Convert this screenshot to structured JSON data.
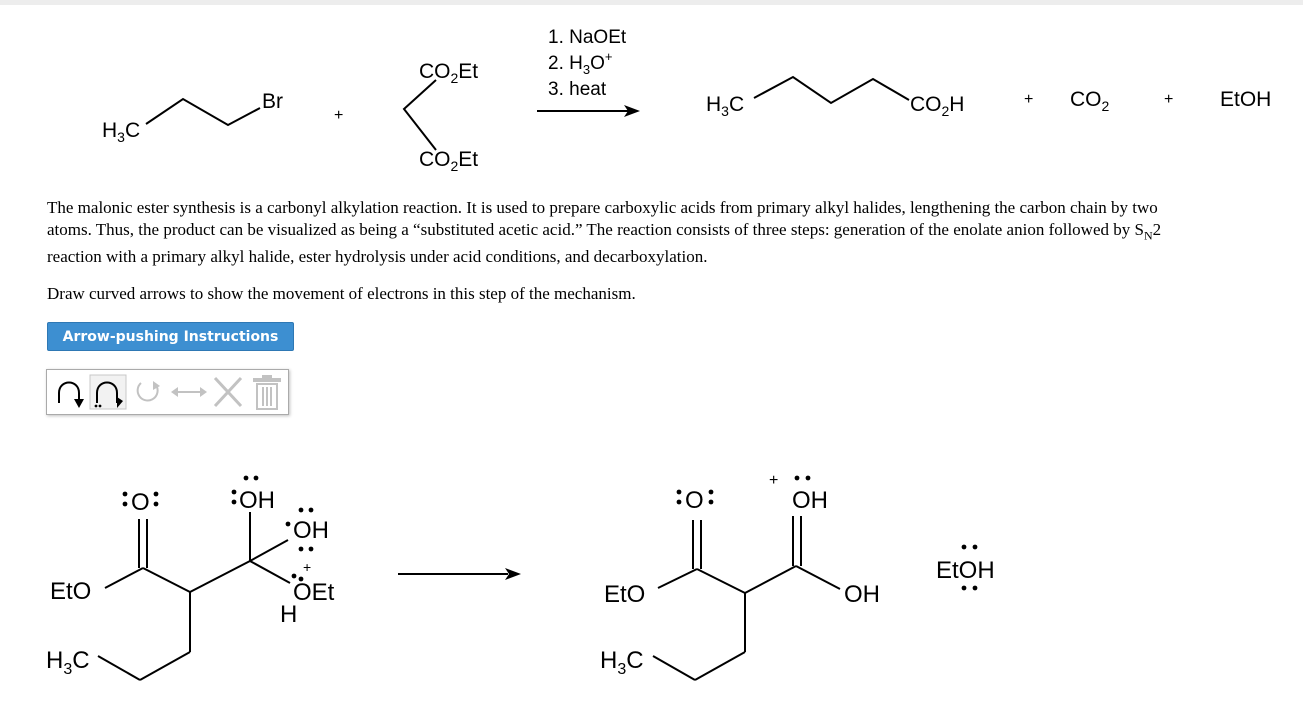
{
  "reaction": {
    "reagent_1": "CO",
    "reagent_1_sub": "2",
    "reagent_1_tail": "Et",
    "reagent_2": "CO",
    "reagent_2_sub": "2",
    "reagent_2_tail": "Et",
    "alkyl_methyl": "H",
    "alkyl_methyl_sub": "3",
    "alkyl_methyl_tail": "C",
    "bromine": "Br",
    "plus": "+",
    "step_1": "1. NaOEt",
    "step_2_a": "2. H",
    "step_2_sub": "3",
    "step_2_b": "O",
    "step_2_sup": "+",
    "step_3": "3. heat",
    "product_methyl": "H",
    "product_methyl_sub": "3",
    "product_methyl_tail": "C",
    "product_acid": "CO",
    "product_acid_sub": "2",
    "product_acid_tail": "H",
    "co2": "CO",
    "co2_sub": "2",
    "ethanol": "EtOH"
  },
  "description": {
    "line_1": "The malonic ester synthesis is a carbonyl alkylation reaction. It is used to prepare carboxylic acids from primary alkyl halides, lengthening the carbon chain by two",
    "line_2_a": "atoms. Thus, the product can be visualized as being a “substituted acetic acid.” The reaction consists of three steps: generation of the enolate anion followed by S",
    "line_2_sub": "N",
    "line_2_b": "2",
    "line_3": "reaction with a primary alkyl halide, ester hydrolysis under acid conditions, and decarboxylation."
  },
  "prompt": "Draw curved arrows to show the movement of electrons in this step of the mechanism.",
  "instructions_button": "Arrow-pushing Instructions",
  "toolbar": {
    "tools": [
      "curved-arrow-icon",
      "half-curved-arrow-icon",
      "cycle-icon",
      "double-arrow-icon",
      "close-icon",
      "trash-icon"
    ]
  },
  "mechanism": {
    "left": {
      "carbonyl_o": "O",
      "oh_top": "OH",
      "oh_mid": "OH",
      "oet": "OEt",
      "h": "H",
      "plus": "+",
      "eto": "EtO",
      "methyl": "H",
      "methyl_sub": "3",
      "methyl_tail": "C"
    },
    "right": {
      "carbonyl_o": "O",
      "oh_top": "OH",
      "plus": "+",
      "eto": "EtO",
      "oh": "OH",
      "methyl": "H",
      "methyl_sub": "3",
      "methyl_tail": "C",
      "etoh": "EtOH"
    }
  }
}
